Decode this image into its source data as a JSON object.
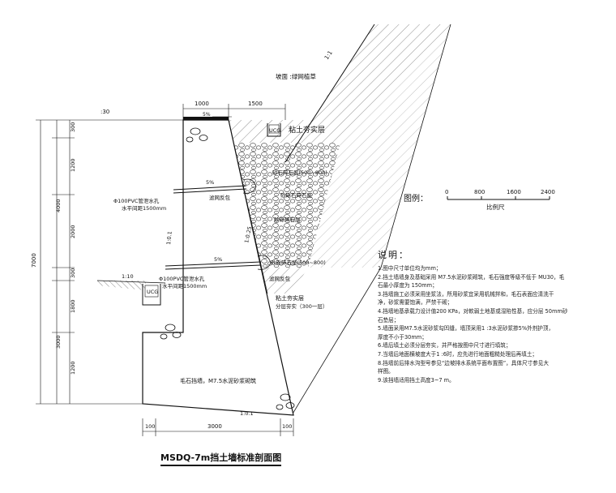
{
  "drawing": {
    "title": "MSDQ-7m挡土墙标准剖面图",
    "top_label": "坡面 :绿网植草",
    "slope_ratio_top": "1:1",
    "dims_top": [
      "1000",
      "1500"
    ],
    "dim_30": ":30",
    "left_dims": [
      "300",
      "1200",
      "2000",
      "300",
      "1800",
      "1200"
    ],
    "dim_outer_upper": "4000",
    "dim_outer_lower": "3000",
    "dim_total": "7000",
    "bottom_dims": [
      "100",
      "3000",
      "100"
    ],
    "ucg_top": "UCG",
    "ucg_bottom": "UCG",
    "soil_layer_top": "粘土夯实层",
    "gravel_labels": [
      "砂石碎石层(500~800)",
      "砂砾石碎石层",
      "砂砾碎石层",
      "砂砾碎石层(500~800)"
    ],
    "filter_cloth_1": "滤网反包",
    "filter_cloth_2": "滤网反包",
    "soil_layer_bottom": "粘土夯实层",
    "layered_compaction": "分层夯实（300一层）",
    "pipe1_line1": "Φ100PVC管泄水孔",
    "pipe1_line2": "水平间距1500mm",
    "pipe2_line1": "Φ100PVC管泄水孔",
    "pipe2_line2": "水平间距1500mm",
    "pipe_slope_1": "5%",
    "pipe_slope_2": "5%",
    "pipe_slope_top": "5%",
    "slope_left": "1:0.1",
    "slope_right": "1:0.25",
    "slope_ground": "1:10",
    "base_slope": "1:0.1",
    "wall_body": "毛石挡墙，M7.5水泥砂浆砌筑"
  },
  "legend": {
    "label": "图例：",
    "ticks": [
      "0",
      "800",
      "1600",
      "2400"
    ],
    "caption": "比例尺"
  },
  "notes": {
    "heading": "说明：",
    "items": [
      "1.图中尺寸单位均为mm；",
      "2.挡土墙墙身及基础采用 M7.5水泥砂浆砌筑，毛石强度等级不低于 MU30，毛",
      "  石最小厚度为 150mm；",
      "3.挡墙施工必须采用坐浆法，所用砂浆宜采用机械拌和，毛石表面应清洗干",
      "  净，砂浆需要饱满，严禁干砌；",
      "4.挡墙地基承载力设计值200 KPa，对軟弱土地基或湿陷性基，应分层 50mm砂",
      "  石垫层；",
      "5.墙面采用M7.5水泥砂浆勾凹缝，墙顶采用1 :3水泥砂浆掺5%外剂护顶，",
      "  厚度不小于30mm；",
      "6.墙后填土必须分层夯实，并严格按图中尺寸进行填筑；",
      "7.当墙后地面横坡度大于1 :6时，应先进行地面粗糙处理后再填土；",
      "8.挡墙前后排水沟型号参见“边坡排水系统平面布置图”，具体尺寸参见大",
      "  样图。",
      "9.该挡墙适用挡土高度3~7 m。"
    ]
  }
}
